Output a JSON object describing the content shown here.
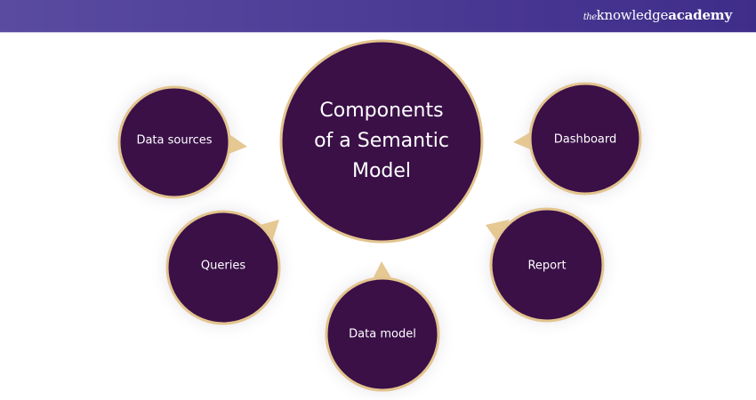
{
  "header": {
    "brand": {
      "prefix": "the",
      "name": "knowledge",
      "suffix": "academy"
    }
  },
  "diagram": {
    "center": {
      "lines": [
        "Components",
        "of a Semantic",
        "Model"
      ]
    },
    "nodes": [
      {
        "id": "data-sources",
        "label": "Data sources"
      },
      {
        "id": "queries",
        "label": "Queries"
      },
      {
        "id": "data-model",
        "label": "Data model"
      },
      {
        "id": "dashboard",
        "label": "Dashboard"
      },
      {
        "id": "report",
        "label": "Report"
      }
    ]
  },
  "colors": {
    "circle_fill": "#3a1047",
    "ring": "#e3c48e",
    "pointer": "#e6c893",
    "text": "#ffffff",
    "header_start": "#5a4ba1",
    "header_end": "#3f2d8a"
  }
}
